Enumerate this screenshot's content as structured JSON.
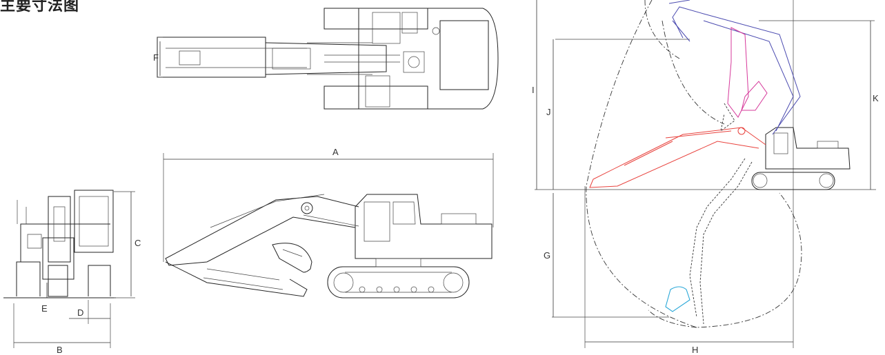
{
  "heading": "主要寸法图",
  "dimension_labels": {
    "A": "A",
    "B": "B",
    "C": "C",
    "D": "D",
    "E": "E",
    "F": "F",
    "G": "G",
    "H": "H",
    "I": "I",
    "J": "J",
    "K": "K"
  },
  "colors": {
    "line": "#222222",
    "max_reach_pose": "#4b4bb0",
    "ground_reach_pose": "#e8413c",
    "dump_pose": "#d6379a",
    "dig_bucket": "#2aa8d8"
  }
}
